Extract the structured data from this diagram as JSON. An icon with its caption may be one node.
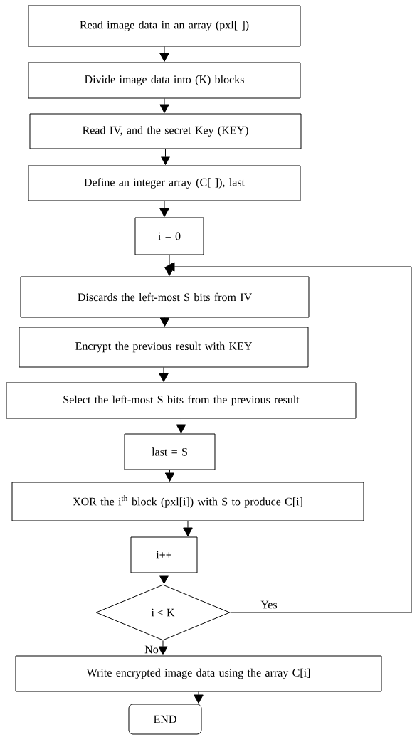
{
  "diagram": {
    "nodes": [
      {
        "text": [
          "Read image data in an array (pxl[ ])"
        ]
      },
      {
        "text": [
          "Divide image data into (K) blocks"
        ]
      },
      {
        "text": [
          "Read IV, and the secret Key (KEY)"
        ]
      },
      {
        "text": [
          "Define an integer array (C[ ]), last"
        ]
      },
      {
        "text": [
          "i = 0"
        ]
      },
      {
        "text": [
          "Discards the left-most S bits from IV"
        ]
      },
      {
        "text": [
          "Encrypt the previous result with KEY"
        ]
      },
      {
        "text": [
          "Select the left-most S bits from the previous result"
        ]
      },
      {
        "text": [
          "last = S"
        ]
      },
      {
        "text": [
          "XOR the i$^{th}$ block (pxl[i]) with S to produce C[i]"
        ]
      },
      {
        "text": [
          "i++"
        ]
      },
      {
        "text": [
          "i < K"
        ]
      },
      {
        "text": [
          "Write encrypted image data using the array C[i]"
        ]
      },
      {
        "text": [
          "END"
        ]
      }
    ],
    "edges": [
      {
        "from": 0,
        "to": 1,
        "arrow": "to"
      },
      {
        "from": 1,
        "to": 2,
        "arrow": "to"
      },
      {
        "from": 2,
        "to": 3,
        "arrow": "to"
      },
      {
        "from": 3,
        "to": 4,
        "arrow": "to"
      },
      {
        "from": 4,
        "to": 5,
        "arrow": "to"
      },
      {
        "from": 5,
        "to": 6,
        "arrow": "to"
      },
      {
        "from": 6,
        "to": 7,
        "arrow": "to"
      },
      {
        "from": 7,
        "to": 8,
        "arrow": "to"
      },
      {
        "from": 8,
        "to": 9,
        "arrow": "to"
      },
      {
        "from": 9,
        "to": 10,
        "arrow": "to"
      },
      {
        "from": 10,
        "to": 11,
        "arrow": "to"
      },
      {
        "from": 11,
        "to": 12,
        "arrow": "to",
        "label": "No"
      },
      {
        "from": 11,
        "to": 5,
        "arrow": "to",
        "label": "Yes"
      },
      {
        "from": 12,
        "to": 13,
        "arrow": "to"
      }
    ]
  }
}
